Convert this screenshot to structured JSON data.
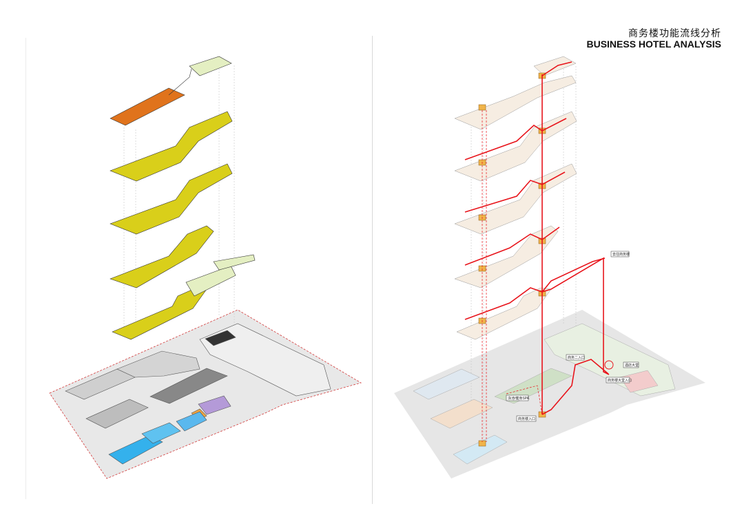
{
  "title": {
    "cn": "商务楼功能流线分析",
    "en": "BUSINESS HOTEL ANALYSIS"
  },
  "colors": {
    "background": "#ffffff",
    "ground_slab": "#e7e7e7",
    "ground_slab_edge": "#d23a3a",
    "typical_floor": "#d9cf1a",
    "typical_floor_dark": "#b9ad0e",
    "top_floor_orange": "#e0731c",
    "roof_green": "#e4efc2",
    "pool_blue": "#34b1ec",
    "purple_zone": "#b49ad8",
    "orange_zone": "#f1a440",
    "circulation_red": "#e8141b",
    "core_orange": "#f0b44a",
    "wireframe": "#8a8a8a",
    "pale_floor": "#f6ede2"
  },
  "right_callouts": [
    {
      "id": "to-office",
      "text": "去往商务楼"
    },
    {
      "id": "entrance-2f",
      "text": "商务二入口"
    },
    {
      "id": "hotel-lobby",
      "text": "酒店大堂"
    },
    {
      "id": "lobby-entrance",
      "text": "商务楼大堂入口"
    },
    {
      "id": "pool-spa",
      "text": "泳池/健身SPA"
    },
    {
      "id": "office-entrance",
      "text": "商务楼入口"
    }
  ]
}
